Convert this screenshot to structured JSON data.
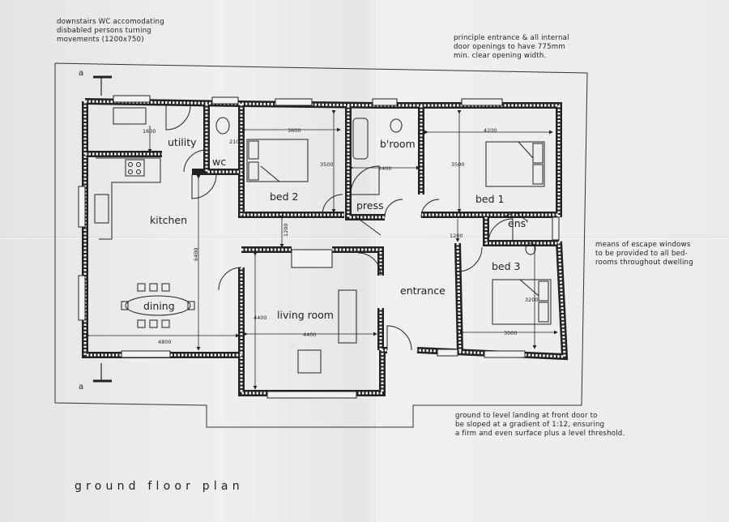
{
  "notes": {
    "wc_note": "downstairs WC accomodating\ndisbabled persons turning\nmovements (1200x750)",
    "entrance_note": "principle entrance & all internal\ndoor openings to have 775mm\nmin. clear opening width.",
    "escape_note": "means of escape windows\nto be provided to all bed-\nrooms throughout dwelling",
    "landing_note": "ground to level landing at front door to\nbe sloped at a gradient of 1:12, ensuring\na firm and even surface plus a level threshold."
  },
  "rooms": {
    "utility": "utility",
    "wc": "wc",
    "kitchen": "kitchen",
    "dining": "dining",
    "bed2": "bed 2",
    "broom": "b'room",
    "press": "press",
    "bed1": "bed 1",
    "ens": "ens'",
    "bed3": "bed 3",
    "living": "living room",
    "entrance": "entrance"
  },
  "dimensions": {
    "utility_depth": "1600",
    "wc_width": "2100",
    "bed2_width": "3600",
    "bed2_depth": "3500",
    "broom_width": "2400",
    "bed1_width": "4200",
    "bed1_depth": "3500",
    "hall_width_left": "1200",
    "hall_width_right": "1200",
    "kitchen_depth": "6400",
    "kitchen_width": "4800",
    "living_depth": "4400",
    "living_width": "4400",
    "bed3_depth": "3200",
    "bed3_width": "3000"
  },
  "section_marks": {
    "top": "a",
    "bottom": "a"
  },
  "title": "ground floor plan"
}
